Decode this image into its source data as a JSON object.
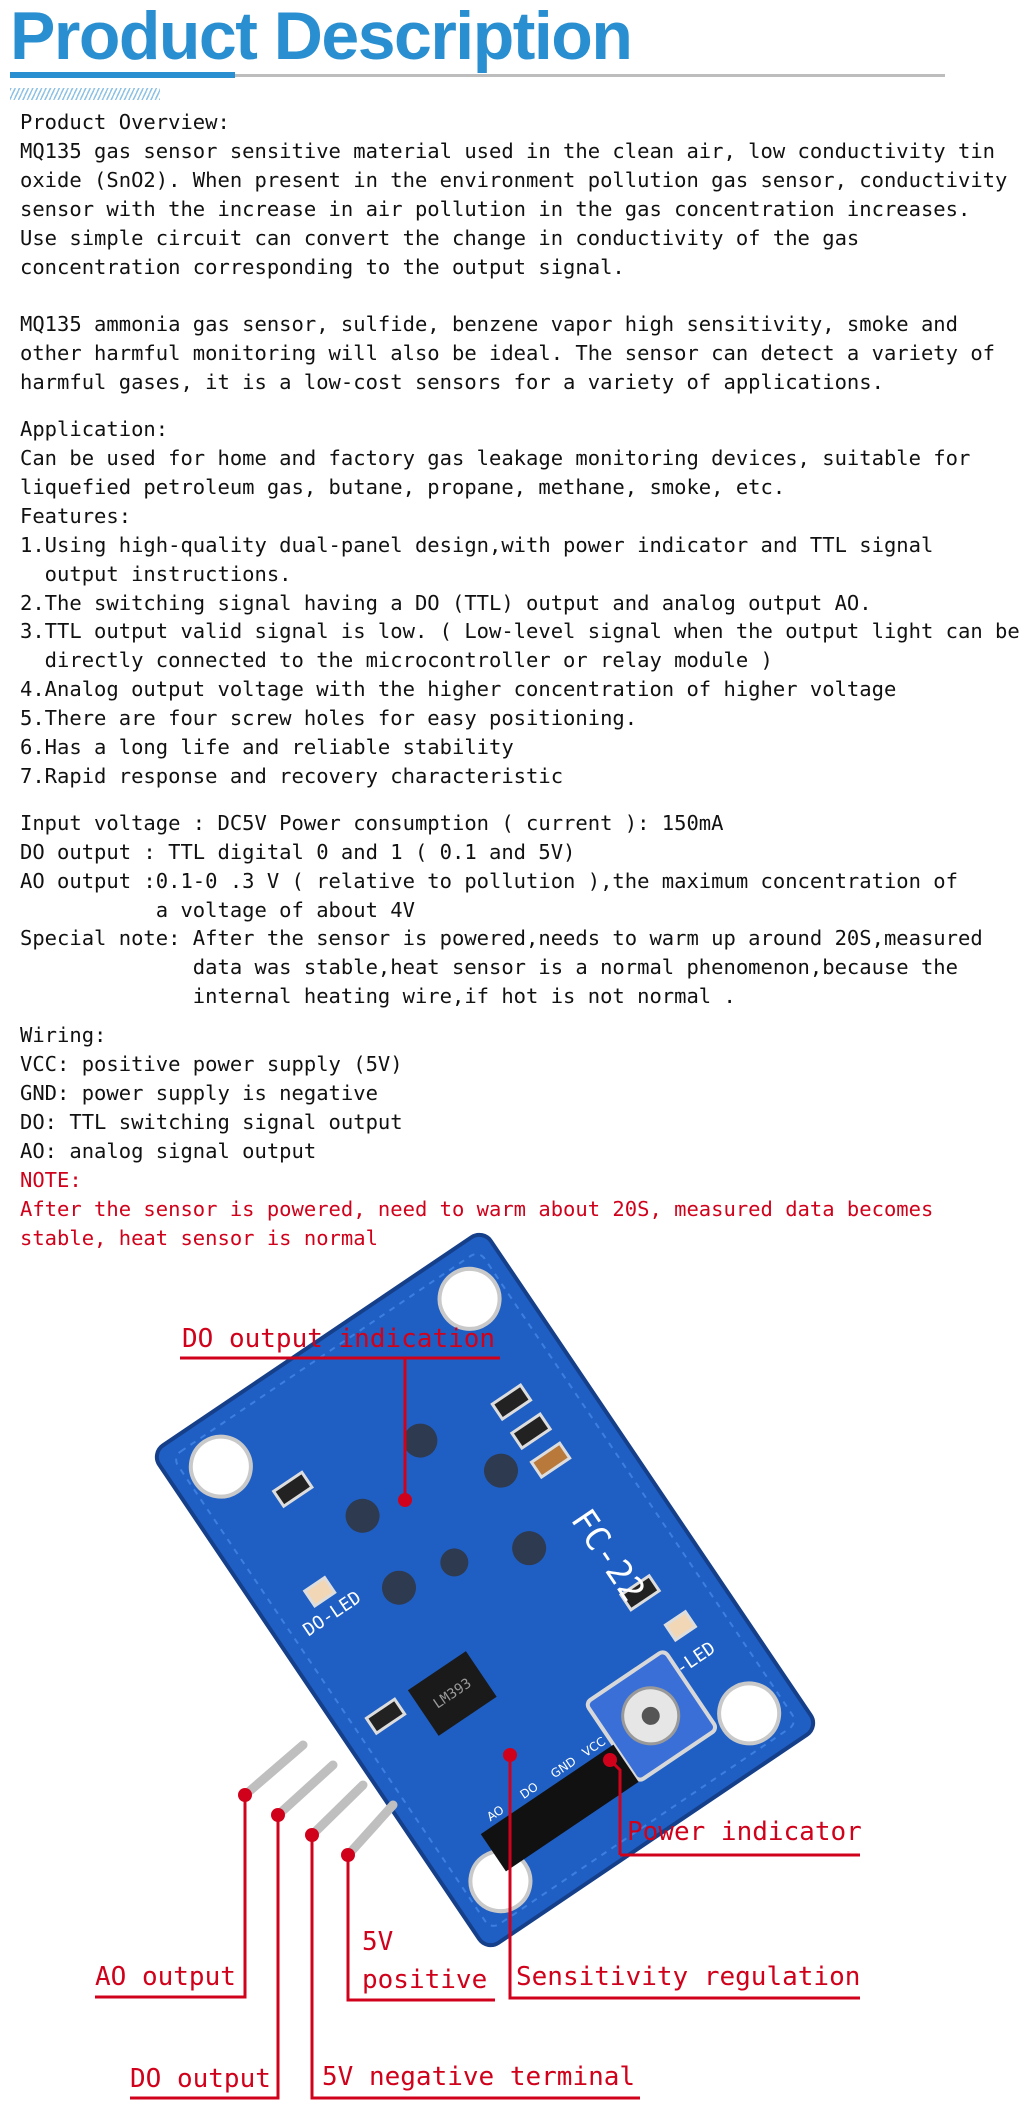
{
  "header": {
    "title": "Product Description"
  },
  "overview": {
    "heading": "Product Overview:",
    "p1": [
      "MQ135 gas sensor sensitive material used in the clean air, low conductivity tin",
      "oxide (SnO2). When present in the environment pollution gas sensor, conductivity",
      "sensor with the increase in air pollution in the gas concentration increases.",
      "Use simple circuit can convert the change in conductivity of the gas",
      "concentration corresponding to the output signal."
    ],
    "p2": [
      "MQ135 ammonia gas sensor, sulfide, benzene vapor high sensitivity, smoke and",
      "other harmful monitoring will also be ideal. The sensor can detect a variety of",
      "harmful gases, it is a low-cost sensors for a variety of applications."
    ]
  },
  "application": {
    "heading": "Application:",
    "lines": [
      "Can be used for home and factory gas leakage monitoring devices, suitable for",
      "liquefied petroleum gas, butane, propane, methane, smoke, etc."
    ]
  },
  "features": {
    "heading": "Features:",
    "lines": [
      "1.Using high-quality dual-panel design,with power indicator and TTL signal",
      "  output instructions.",
      "2.The switching signal having a DO (TTL) output and analog output AO.",
      "3.TTL output valid signal is low. ( Low-level signal when the output light can be",
      "  directly connected to the microcontroller or relay module )",
      "4.Analog output voltage with the higher concentration of higher voltage",
      "5.There are four screw holes for easy positioning.",
      "6.Has a long life and reliable stability",
      "7.Rapid response and recovery characteristic"
    ]
  },
  "specs": {
    "lines": [
      "Input voltage : DC5V Power consumption ( current ): 150mA",
      "DO output : TTL digital 0 and 1 ( 0.1 and 5V)",
      "AO output :0.1-0 .3 V ( relative to pollution ),the maximum concentration of",
      "           a voltage of about 4V",
      "Special note: After the sensor is powered,needs to warm up around 20S,measured",
      "              data was stable,heat sensor is a normal phenomenon,because the",
      "              internal heating wire,if hot is not normal ."
    ]
  },
  "wiring": {
    "heading": "Wiring:",
    "lines": [
      "VCC: positive power supply (5V)",
      "GND: power supply is negative",
      "DO: TTL switching signal output",
      "AO: analog signal output"
    ]
  },
  "note": {
    "heading": "NOTE:",
    "lines": [
      "After the sensor is powered, need to warm about 20S, measured data becomes",
      "stable, heat sensor is normal"
    ]
  },
  "diagram": {
    "labels": {
      "do_indication": "DO output indication",
      "power_indicator": "Power indicator",
      "ao_output": "AO output",
      "five_v": "5V",
      "positive": "positive",
      "sensitivity": "Sensitivity regulation",
      "do_output": "DO output",
      "negative_terminal": "5V negative terminal"
    },
    "board": {
      "model": "FC-22",
      "do_led": "DO-LED",
      "pwr_led": "PWR-LED",
      "chip": "LM393",
      "pin_ao": "AO",
      "pin_do": "DO",
      "pin_gnd": "GND",
      "pin_vcc": "VCC"
    },
    "colors": {
      "board": "#1f5fc4",
      "label": "#d0021b"
    }
  }
}
